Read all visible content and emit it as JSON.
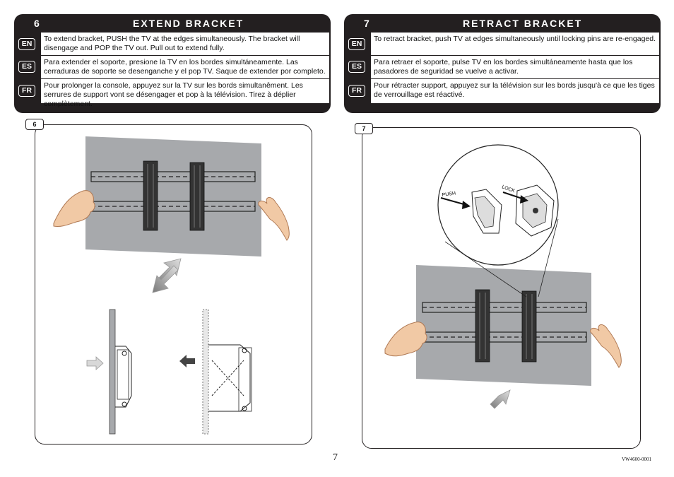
{
  "step6": {
    "number": "6",
    "title": "EXTEND BRACKET",
    "en_label": "EN",
    "en_text": "To extend bracket, PUSH the TV at the edges simultaneously.  The bracket will disengage and POP the TV out.  Pull out to extend fully.",
    "es_label": "ES",
    "es_text": "Para extender el soporte, presione la TV en los bordes simultáneamente. Las cerraduras de soporte se desenganche y el pop TV. Saque de extender por completo.",
    "fr_label": "FR",
    "fr_text": "Pour prolonger la console, appuyez sur la TV sur les bords simultanêment. Les serrures de support vont se désengager et pop à la télévision. Tirez à déplier complètement.",
    "figure_tab": "6"
  },
  "step7": {
    "number": "7",
    "title": "RETRACT BRACKET",
    "en_label": "EN",
    "en_text": "To retract bracket, push TV at edges simultaneously until locking pins are re-engaged.",
    "es_label": "ES",
    "es_text": "Para retraer el soporte, pulse TV en los bordes simultáneamente hasta que los pasadores de seguridad se vuelve a activar.",
    "fr_label": "FR",
    "fr_text": "Pour rétracter support, appuyez sur la télévision sur les bords jusqu'à ce que les tiges de verrouillage est réactivé.",
    "figure_tab": "7",
    "detail_push": "PUSH",
    "detail_lock": "LOCK"
  },
  "footer": {
    "page_number": "7",
    "doc_code": "VW4600-0001"
  },
  "colors": {
    "panel": "#231f20",
    "tv": "#a7a9ac",
    "arrow": "#bcbec0"
  }
}
